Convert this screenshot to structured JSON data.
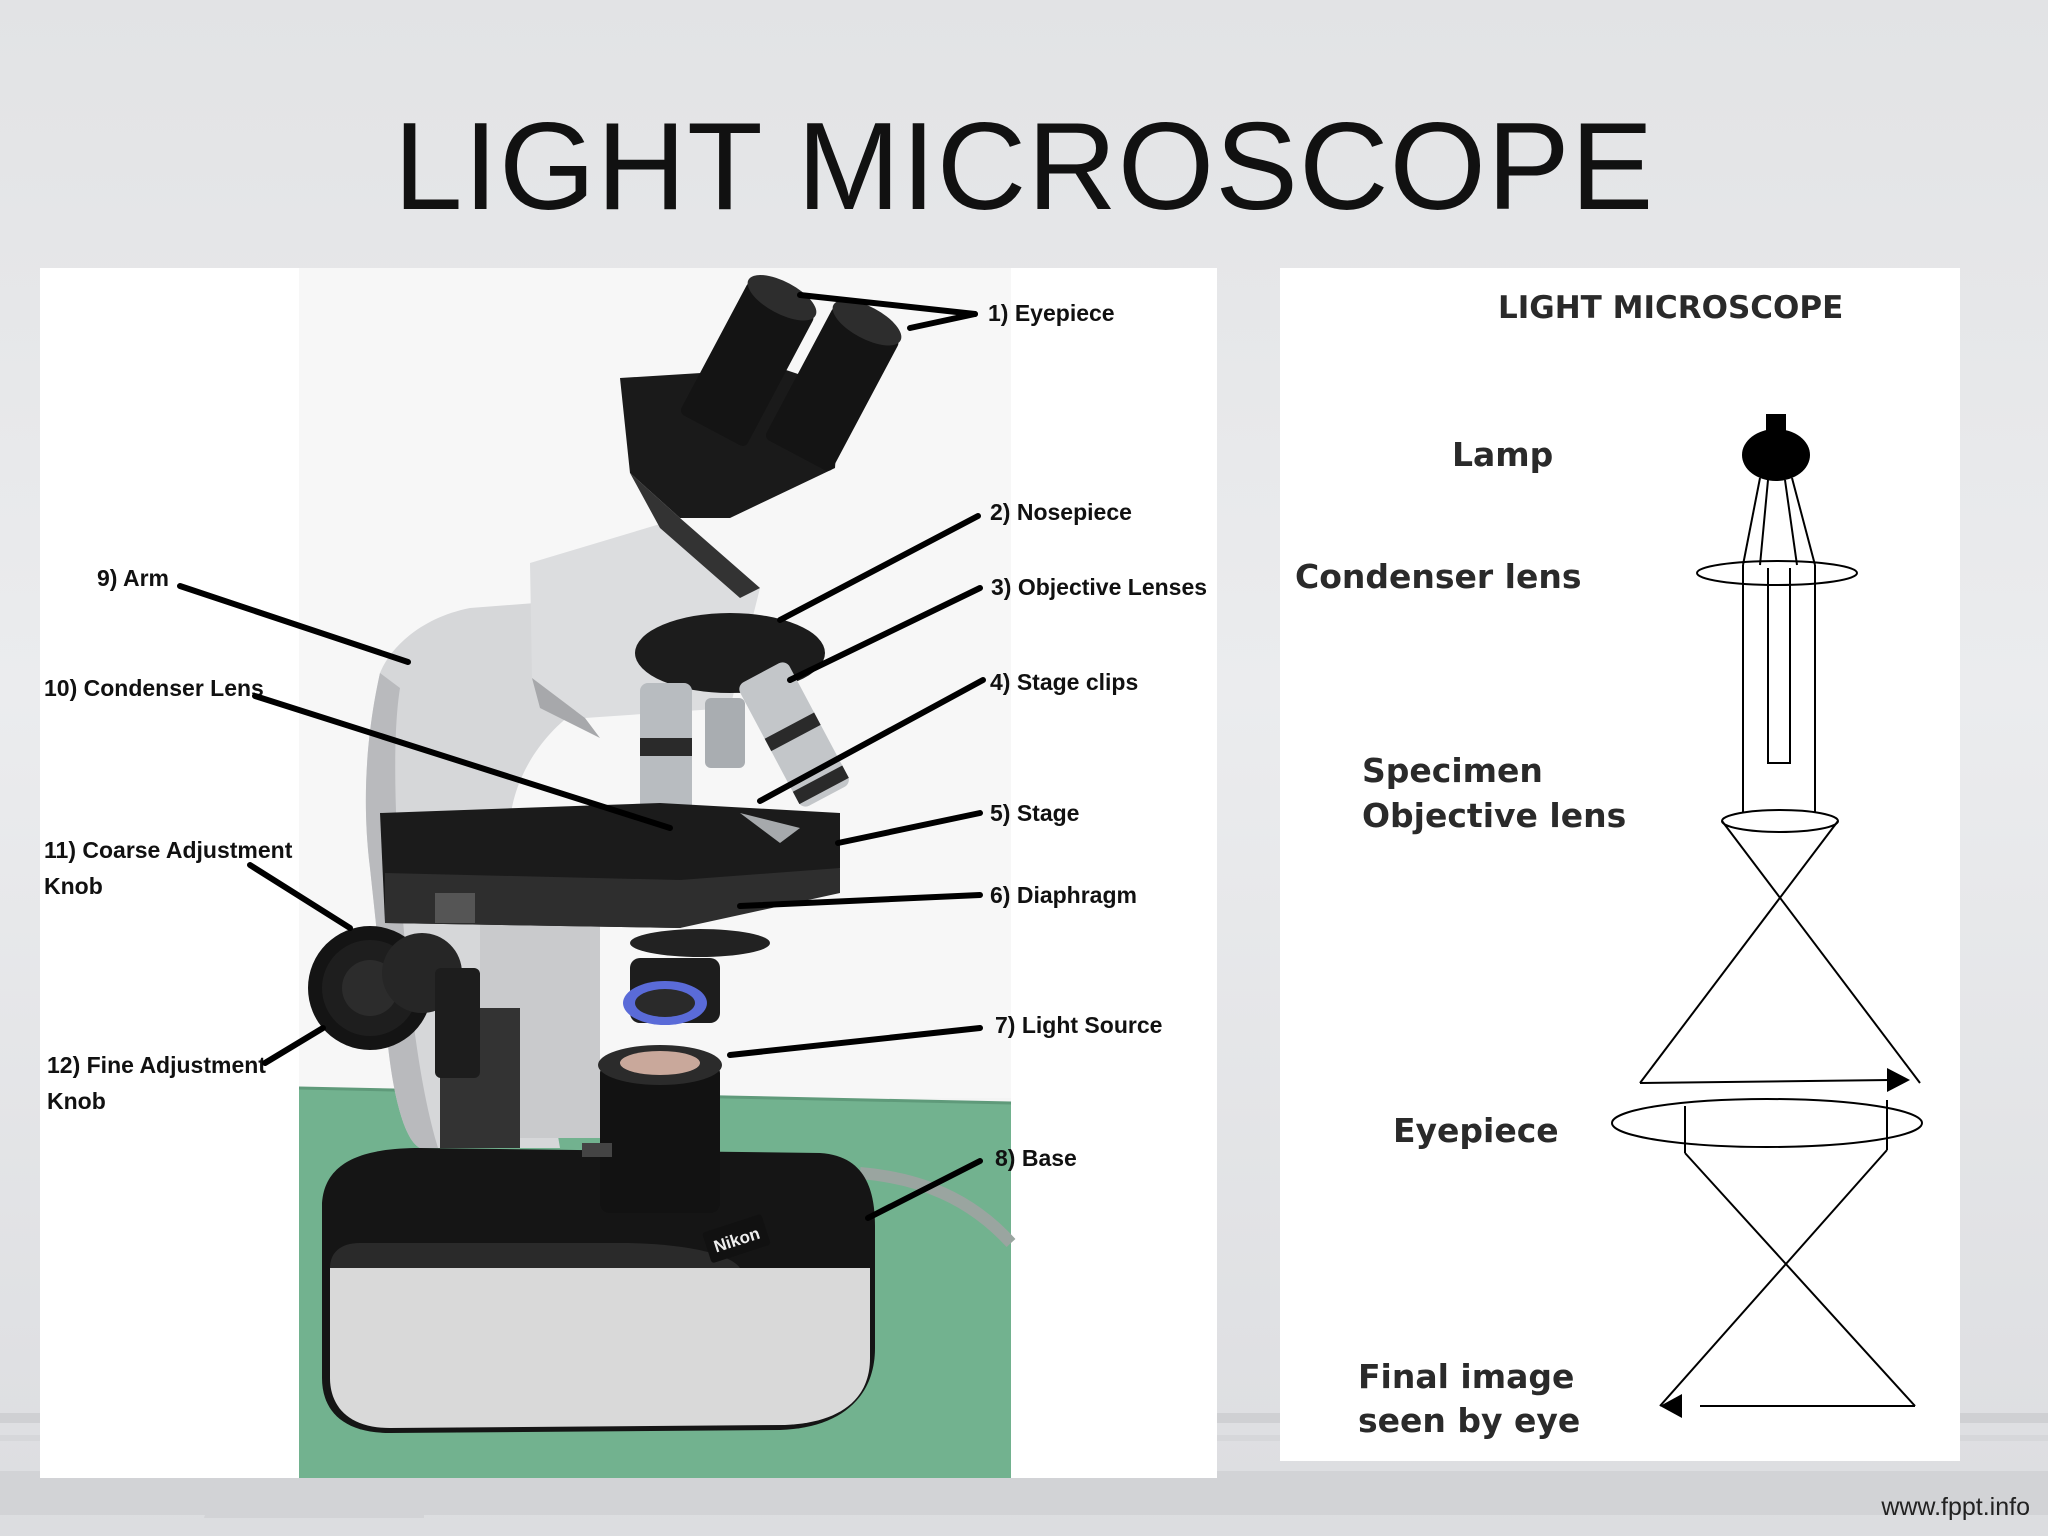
{
  "slide": {
    "title": "LIGHT MICROSCOPE",
    "footer": "www.fppt.info"
  },
  "photo_labels": [
    "1) Eyepiece",
    "2) Nosepiece",
    "3) Objective Lenses",
    "4) Stage clips",
    "5) Stage",
    "6) Diaphragm",
    "7) Light Source",
    "8) Base",
    "9) Arm",
    "10) Condenser Lens",
    "11) Coarse Adjustment",
    "Knob",
    "12) Fine Adjustment",
    "Knob"
  ],
  "photo_brand": "Nikon",
  "diagram": {
    "title": "LIGHT MICROSCOPE",
    "labels": {
      "lamp": "Lamp",
      "condenser": "Condenser lens",
      "specimen": "Specimen",
      "objective": "Objective lens",
      "eyepiece": "Eyepiece",
      "final_line1": "Final image",
      "final_line2": "seen by eye"
    }
  },
  "colors": {
    "background": "#e4e5e7",
    "panel": "#ffffff",
    "bench_green": "#6fb08c",
    "microscope_body": "#d9dadc",
    "microscope_black": "#141414"
  }
}
